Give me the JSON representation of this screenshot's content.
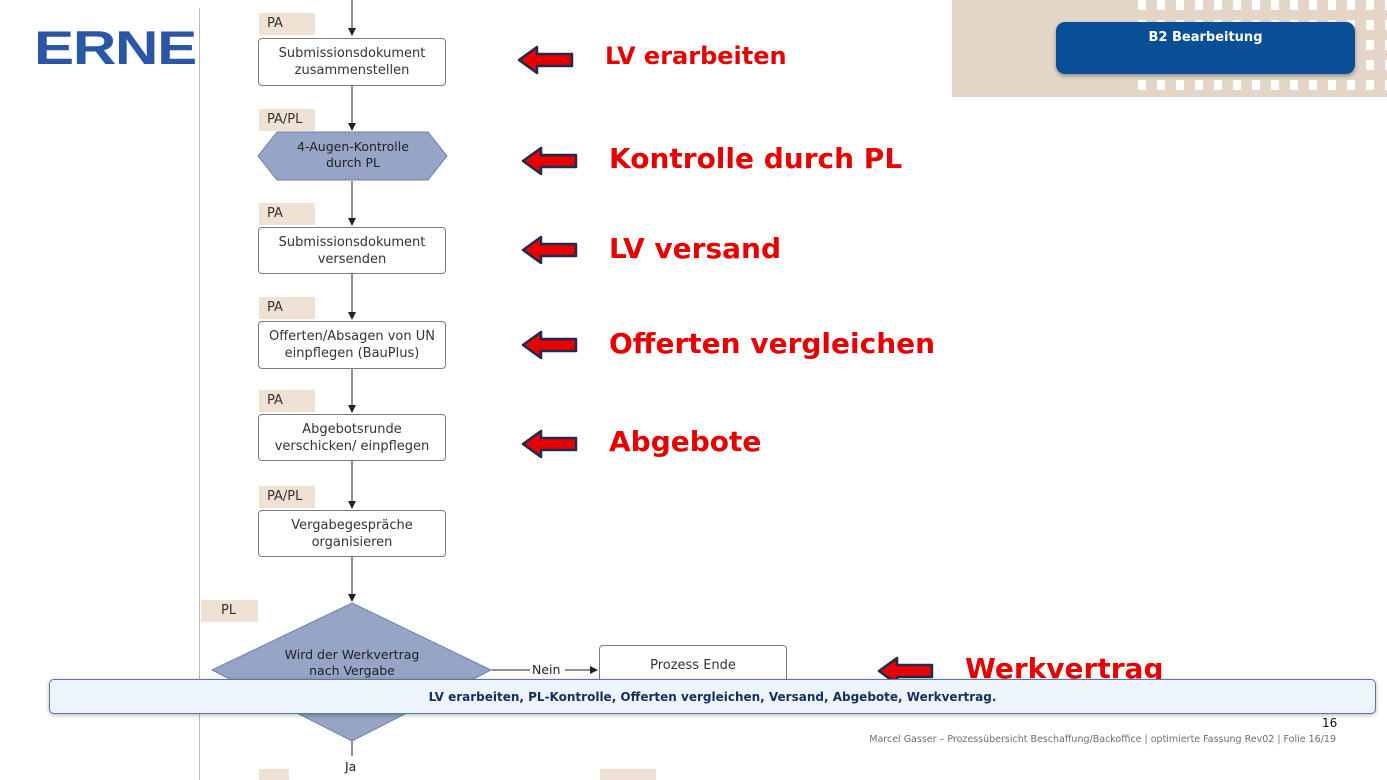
{
  "logo": "ERNE",
  "section_badge": "B2  Bearbeitung",
  "colors": {
    "accent_red": "#e60000",
    "brand_blue": "#2b56a5",
    "badge_blue": "#0a4f96",
    "shape_fill": "#96a4c6",
    "role_fill": "#efe1d4"
  },
  "roles": [
    "PA",
    "PA/PL",
    "PA",
    "PA",
    "PA",
    "PA/PL",
    "PL"
  ],
  "steps": [
    "Submissionsdokument\nzusammenstellen",
    "4-Augen-Kontrolle\ndurch PL",
    "Submissionsdokument\nversenden",
    "Offerten/Absagen von UN\neinpflegen (BauPlus)",
    "Abgebotsrunde\nverschicken/ einpflegen",
    "Vergabegespräche\norganisieren",
    "Wird der Werkvertrag\nnach Vergabe",
    "Prozess Ende"
  ],
  "branch_labels": {
    "no": "Nein",
    "yes": "Ja"
  },
  "annotations": [
    "LV erarbeiten",
    "Kontrolle durch PL",
    "LV versand",
    "Offerten vergleichen",
    "Abgebote",
    "Werkvertrag"
  ],
  "summary": "LV erarbeiten, PL-Kontrolle, Offerten vergleichen, Versand, Abgebote, Werkvertrag.",
  "page_number": "16",
  "footer": "Marcel Gasser – Prozessübersicht Beschaffung/Backoffice | optimierte Fassung Rev02 | Folie 16/19",
  "icons": {
    "annotation_arrow": "left-arrow-icon"
  }
}
